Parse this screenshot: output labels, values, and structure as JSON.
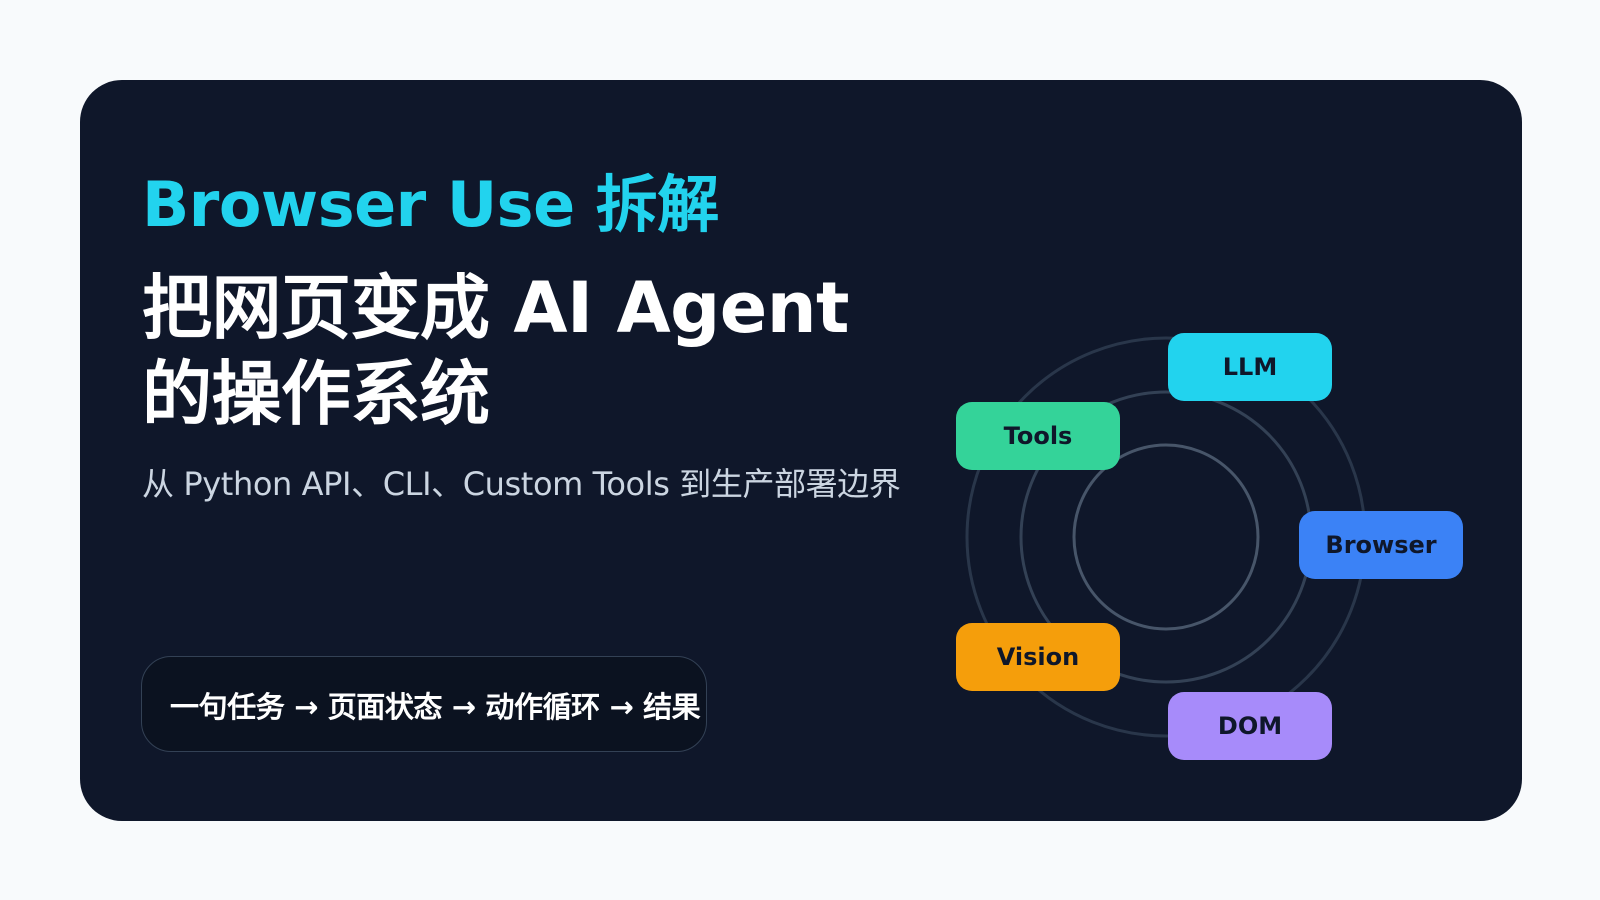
{
  "kicker": "Browser Use 拆解",
  "headline": {
    "line1": "把网页变成 AI Agent",
    "line2": "的操作系统"
  },
  "subtitle": "从 Python API、CLI、Custom Tools 到生产部署边界",
  "pipeline": "一句任务 → 页面状态 → 动作循环 → 结果",
  "nodes": {
    "llm": "LLM",
    "tools": "Tools",
    "browser": "Browser",
    "vision": "Vision",
    "dom": "DOM"
  },
  "colors": {
    "background": "#f8fafc",
    "card": "#0f172a",
    "accent": "#22d3ee",
    "llm": "#22d3ee",
    "tools": "#34d399",
    "browser": "#3b82f6",
    "vision": "#f59e0b",
    "dom": "#a78bfa"
  }
}
